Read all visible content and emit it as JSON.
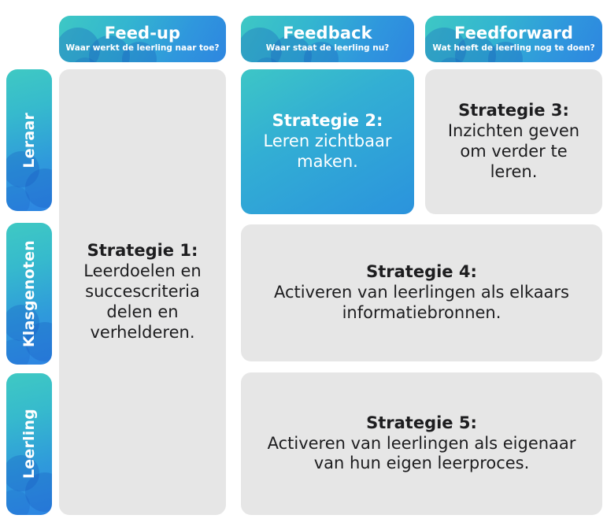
{
  "theme": {
    "accent_teal": "#3ec8c4",
    "accent_blue": "#2e86e0",
    "card_grey": "#e6e6e6",
    "text_dark": "#1d1d1f",
    "text_light": "#ffffff",
    "page_background": "#ffffff"
  },
  "columns": [
    {
      "title": "Feed-up",
      "subtitle": "Waar werkt de leerling naar toe?"
    },
    {
      "title": "Feedback",
      "subtitle": "Waar staat de leerling nu?"
    },
    {
      "title": "Feedforward",
      "subtitle": "Wat heeft de leerling nog te doen?"
    }
  ],
  "rows": [
    {
      "label": "Leraar"
    },
    {
      "label": "Klasgenoten"
    },
    {
      "label": "Leerling"
    }
  ],
  "cells": [
    {
      "id": "strategie-1",
      "heading": "Strategie 1:",
      "body": "Leerdoelen en succescriteria delen en verhelderen.",
      "style": "grey",
      "column": "Feed-up",
      "rows": "Leraar / Klasgenoten / Leerling"
    },
    {
      "id": "strategie-2",
      "heading": "Strategie 2:",
      "body": "Leren zichtbaar maken.",
      "style": "blue",
      "column": "Feedback",
      "rows": "Leraar"
    },
    {
      "id": "strategie-3",
      "heading": "Strategie 3:",
      "body": "Inzichten geven om verder te leren.",
      "style": "grey",
      "column": "Feedforward",
      "rows": "Leraar"
    },
    {
      "id": "strategie-4",
      "heading": "Strategie 4:",
      "body": "Activeren van leerlingen als elkaars informatiebronnen.",
      "style": "grey",
      "column": "Feedback / Feedforward",
      "rows": "Klasgenoten"
    },
    {
      "id": "strategie-5",
      "heading": "Strategie 5:",
      "body": "Activeren van leerlingen als eigenaar van hun eigen leerproces.",
      "style": "grey",
      "column": "Feedback / Feedforward",
      "rows": "Leerling"
    }
  ]
}
